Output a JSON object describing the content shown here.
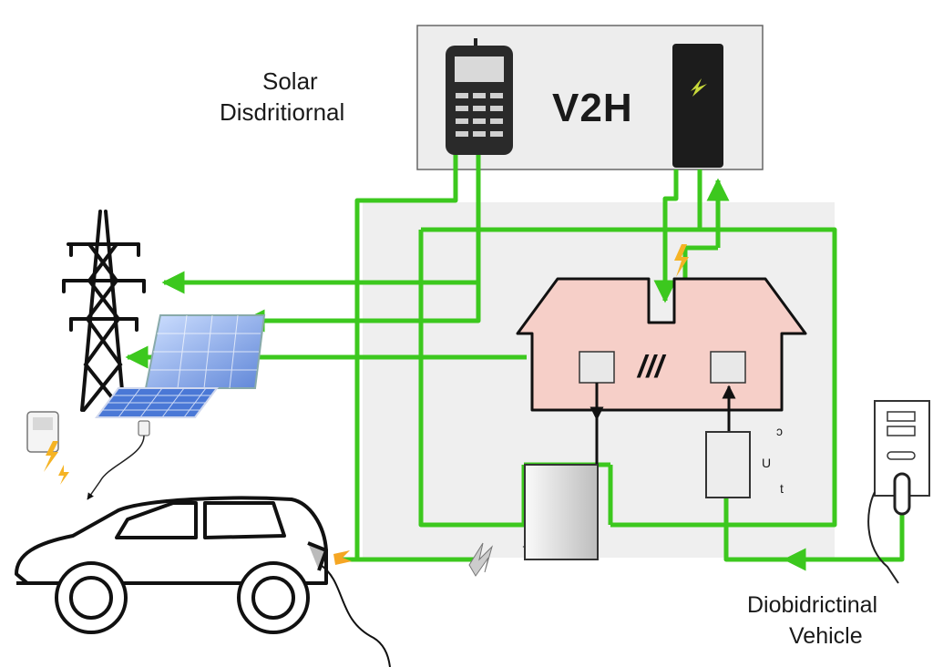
{
  "labels": {
    "v2h": "V2H",
    "solar_line1": "Solar",
    "solar_line2": "Disdritiornal",
    "vehicle_line1": "Diobidrictinal",
    "vehicle_line2": "Vehicle",
    "house_mark": "///",
    "meter_mark_1": "ɔ",
    "meter_mark_2": "U",
    "meter_mark_3": "t"
  },
  "colors": {
    "flow_line": "#3cc81e",
    "house_fill": "#f6cfc8",
    "house_stroke": "#111111",
    "panel_bg": "#ededed",
    "lightning": "#f5b324"
  },
  "icons": [
    "transmission-tower-icon",
    "solar-panel-icon",
    "electric-car-icon",
    "charging-station-icon",
    "controller-device-icon",
    "inverter-device-icon",
    "house-icon",
    "lightning-icon"
  ]
}
